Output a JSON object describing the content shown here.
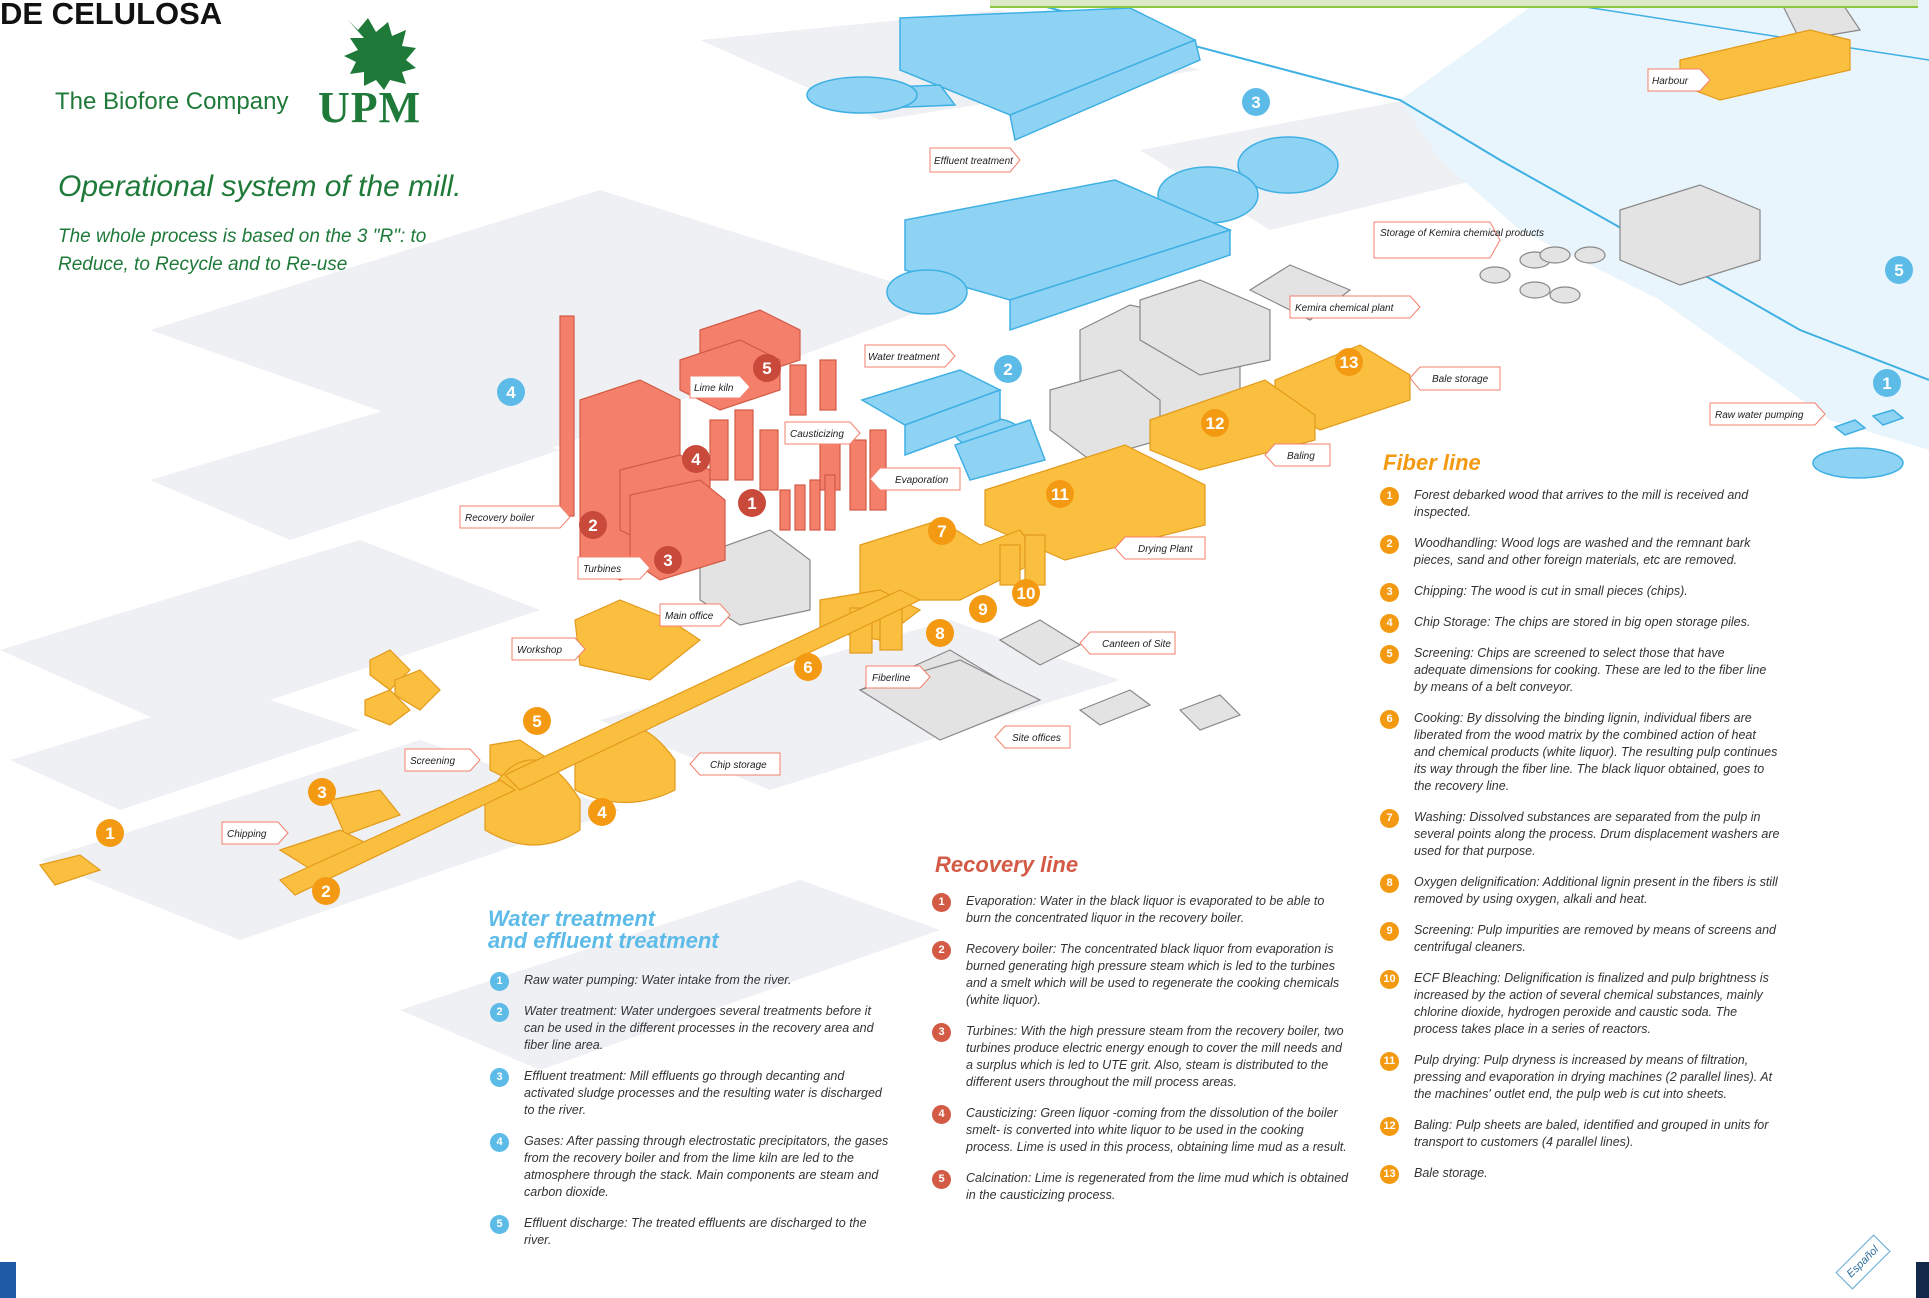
{
  "header": {
    "title": "DE CELULOSA",
    "tagline": "The Biofore Company",
    "logo_text": "UPM",
    "logo_icon": "griffin-icon"
  },
  "intro": {
    "title": "Operational system of the mill.",
    "subtitle": "The whole process is based on the 3 \"R\": to Reduce, to Recycle and to Re-use"
  },
  "colors": {
    "recovery": "#f47f6b",
    "recovery_dark": "#d35a45",
    "fiber": "#fbbf3f",
    "fiber_dark": "#e39a1b",
    "water": "#8fd3f4",
    "water_dark": "#3fb0e3",
    "building": "#d9d9d9",
    "building_dark": "#9a9a9a",
    "green": "#1f7a3a",
    "ground": "#eef0f3"
  },
  "map_labels": {
    "effluent_treatment": "Effluent treatment",
    "harbour": "Harbour",
    "storage_kemira": "Storage of Kemira chemical products",
    "kemira_plant": "Kemira chemical plant",
    "water_treatment": "Water treatment",
    "lime_kiln": "Lime kiln",
    "causticizing": "Causticizing",
    "evaporation": "Evaporation",
    "recovery_boiler": "Recovery boiler",
    "turbines": "Turbines",
    "bale_storage": "Bale storage",
    "baling": "Baling",
    "raw_water_pumping": "Raw water pumping",
    "drying_plant": "Drying Plant",
    "main_office": "Main office",
    "workshop": "Workshop",
    "canteen": "Canteen of Site",
    "fiberline": "Fiberline",
    "site_offices": "Site offices",
    "screening": "Screening",
    "chip_storage": "Chip storage",
    "chipping": "Chipping"
  },
  "markers": {
    "water": [
      {
        "n": "3"
      },
      {
        "n": "5"
      },
      {
        "n": "4"
      },
      {
        "n": "2"
      },
      {
        "n": "1"
      }
    ],
    "recovery": [
      {
        "n": "5"
      },
      {
        "n": "4"
      },
      {
        "n": "1"
      },
      {
        "n": "2"
      },
      {
        "n": "3"
      }
    ],
    "fiber": [
      {
        "n": "13"
      },
      {
        "n": "12"
      },
      {
        "n": "11"
      },
      {
        "n": "7"
      },
      {
        "n": "10"
      },
      {
        "n": "9"
      },
      {
        "n": "8"
      },
      {
        "n": "6"
      },
      {
        "n": "5"
      },
      {
        "n": "3"
      },
      {
        "n": "4"
      },
      {
        "n": "1"
      },
      {
        "n": "2"
      }
    ]
  },
  "fiber_line": {
    "title": "Fiber line",
    "items": [
      {
        "n": "1",
        "text": "Forest debarked wood that arrives to the mill is received and inspected."
      },
      {
        "n": "2",
        "text": "Woodhandling: Wood logs are washed and the remnant bark pieces, sand and other foreign materials, etc are removed."
      },
      {
        "n": "3",
        "text": "Chipping: The wood is cut in small pieces (chips)."
      },
      {
        "n": "4",
        "text": "Chip Storage: The chips are stored in big open storage piles."
      },
      {
        "n": "5",
        "text": "Screening: Chips are screened to select those that have adequate dimensions for cooking. These are led to the fiber line by means of a belt conveyor."
      },
      {
        "n": "6",
        "text": "Cooking: By dissolving the binding lignin, individual fibers are liberated from the wood matrix by the combined action of heat and chemical products (white liquor). The resulting pulp continues its way through the fiber line. The black liquor obtained, goes to the recovery line."
      },
      {
        "n": "7",
        "text": "Washing: Dissolved substances are separated from the pulp in several points along the process. Drum displacement washers are used for that purpose."
      },
      {
        "n": "8",
        "text": "Oxygen delignification: Additional lignin present in the fibers is still removed by using oxygen, alkali and heat."
      },
      {
        "n": "9",
        "text": "Screening: Pulp impurities are removed by means of screens and centrifugal cleaners."
      },
      {
        "n": "10",
        "text": "ECF Bleaching: Delignification is finalized and pulp brightness is increased by the action of several chemical substances, mainly chlorine dioxide, hydrogen peroxide and caustic soda. The process takes place in a series of reactors."
      },
      {
        "n": "11",
        "text": "Pulp drying: Pulp dryness is increased by means of filtration, pressing and evaporation in drying machines (2 parallel lines). At the machines' outlet end, the pulp web is cut into sheets."
      },
      {
        "n": "12",
        "text": "Baling: Pulp sheets are baled, identified and grouped in units for transport to customers (4 parallel lines)."
      },
      {
        "n": "13",
        "text": "Bale storage."
      }
    ]
  },
  "recovery_line": {
    "title": "Recovery line",
    "items": [
      {
        "n": "1",
        "text": "Evaporation: Water in the black liquor is evaporated to be able to burn the concentrated liquor in the recovery boiler."
      },
      {
        "n": "2",
        "text": "Recovery boiler: The concentrated black liquor from evaporation is burned generating high pressure steam which is led to the turbines and a smelt which will be used to regenerate the cooking chemicals (white liquor)."
      },
      {
        "n": "3",
        "text": "Turbines: With the high pressure steam from the recovery boiler, two turbines produce electric energy enough to cover the mill needs and a surplus which is led to UTE grit. Also, steam is distributed to the different users throughout the mill process areas."
      },
      {
        "n": "4",
        "text": "Causticizing: Green liquor -coming from the dissolution of the boiler smelt- is converted into white liquor to be used in the cooking process. Lime is used in this process, obtaining lime mud as a result."
      },
      {
        "n": "5",
        "text": "Calcination: Lime is regenerated from the lime mud which is obtained in the causticizing process."
      }
    ]
  },
  "water_section": {
    "title_line1": "Water treatment",
    "title_line2": "and effluent treatment",
    "items": [
      {
        "n": "1",
        "text": "Raw water pumping: Water intake from the river."
      },
      {
        "n": "2",
        "text": "Water treatment: Water undergoes several treatments before it can be used in the different processes in the recovery area and fiber line area."
      },
      {
        "n": "3",
        "text": "Effluent treatment: Mill effluents go through decanting and activated sludge processes and the resulting water is discharged to the river."
      },
      {
        "n": "4",
        "text": "Gases: After passing through electrostatic precipitators, the gases from the recovery boiler and from the lime kiln are led to the atmosphere through the stack. Main components are steam and carbon dioxide."
      },
      {
        "n": "5",
        "text": "Effluent discharge: The treated effluents are discharged to the river."
      }
    ]
  },
  "language_badge": "Español"
}
